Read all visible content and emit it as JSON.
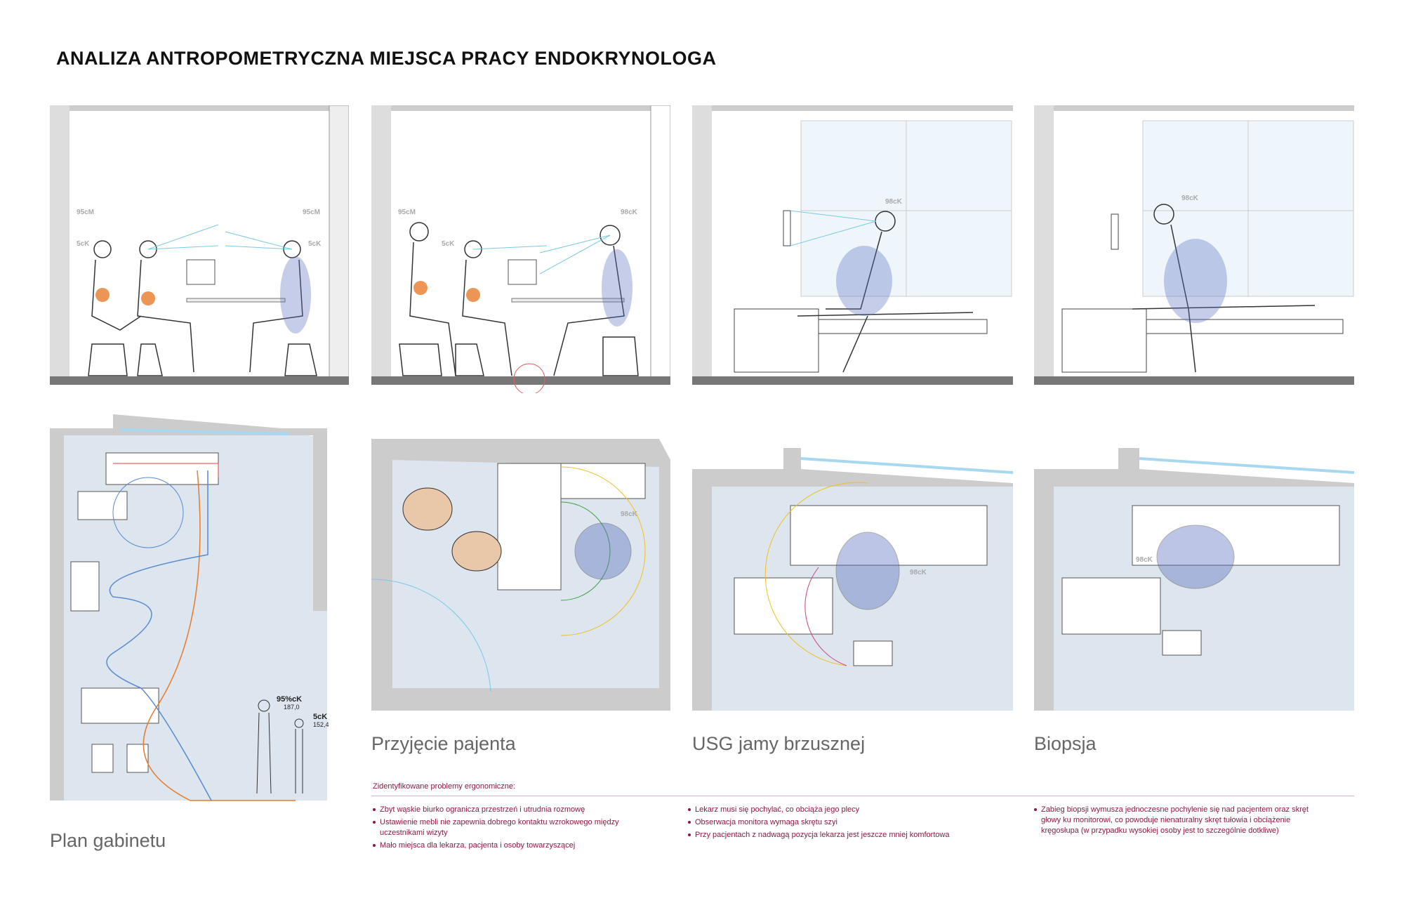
{
  "title": "ANALIZA ANTROPOMETRYCZNA MIEJSCA PRACY ENDOKRYNOLOGA",
  "sections": {
    "plan": {
      "caption": "Plan gabinetu",
      "figure_tall": {
        "label": "95%cK",
        "height": "187,0"
      },
      "figure_short": {
        "label": "5cK",
        "height": "152,4"
      }
    },
    "intake": {
      "caption": "Przyjęcie pajenta",
      "labels": [
        "95cM",
        "5cK",
        "98cK"
      ]
    },
    "usg": {
      "caption": "USG jamy brzusznej",
      "labels": [
        "98cK"
      ]
    },
    "biopsy": {
      "caption": "Biopsja",
      "labels": [
        "98cK"
      ]
    },
    "section1_labels": [
      "95cM",
      "5cK",
      "95cM",
      "5cK"
    ]
  },
  "problems": {
    "heading": "Zidentyfikowane problemy ergonomiczne:",
    "intake": [
      "Zbyt wąskie biurko ogranicza przestrzeń i utrudnia  rozmowę",
      "Ustawienie mebli nie zapewnia dobrego kontaktu wzrokowego między uczestnikami wizyty",
      "Mało miejsca dla lekarza, pacjenta i osoby towarzyszącej"
    ],
    "usg": [
      "Lekarz musi się pochylać, co obciąża jego plecy",
      "Obserwacja monitora wymaga skrętu szyi",
      "Przy pacjentach z nadwagą pozycja lekarza jest jeszcze mniej komfortowa"
    ],
    "biopsy": [
      "Zabieg biopsji wymusza jednoczesne pochylenie się nad pacjentem oraz skręt głowy ku monitorowi, co powoduje nienaturalny skręt tułowia i obciążenie kręgosłupa (w przypadku wysokiej osoby jest to szczególnie dotkliwe)"
    ]
  },
  "colors": {
    "accent": "#8b1a3f",
    "wall": "#cccccc",
    "floor_plan": "#dde5ee",
    "orange": "#e87a2a",
    "blue": "#5a6fc0"
  }
}
